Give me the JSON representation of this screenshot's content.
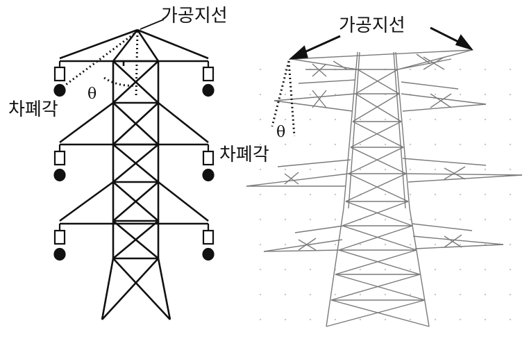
{
  "left_diagram": {
    "ground_wire_label": "가공지선",
    "shield_angle_label_left": "차폐각",
    "shield_angle_label_right": "차폐각",
    "angle_symbol": "θ"
  },
  "right_diagram": {
    "ground_wire_label": "가공지선",
    "angle_symbol": "θ"
  },
  "colors": {
    "ink": "#111111",
    "render_line": "#7a7a7a",
    "grid_dot": "#c8c8c8"
  }
}
